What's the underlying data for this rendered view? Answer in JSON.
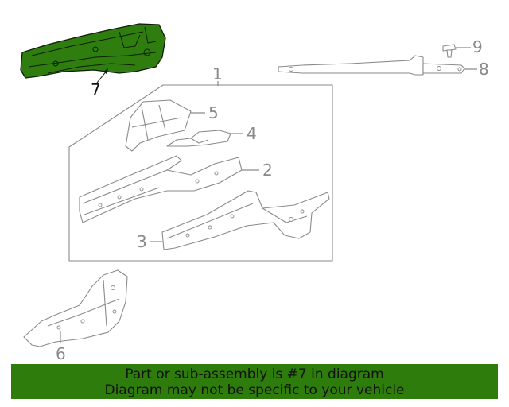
{
  "diagram": {
    "highlight_color": "#2e7d0c",
    "callouts": {
      "c1": "1",
      "c2": "2",
      "c3": "3",
      "c4": "4",
      "c5": "5",
      "c6": "6",
      "c7": "7",
      "c8": "8",
      "c9": "9"
    },
    "highlighted_part": "7"
  },
  "banner": {
    "line1": "Part or sub-assembly is #7 in diagram",
    "line2": "Diagram may not be specific to your vehicle"
  }
}
